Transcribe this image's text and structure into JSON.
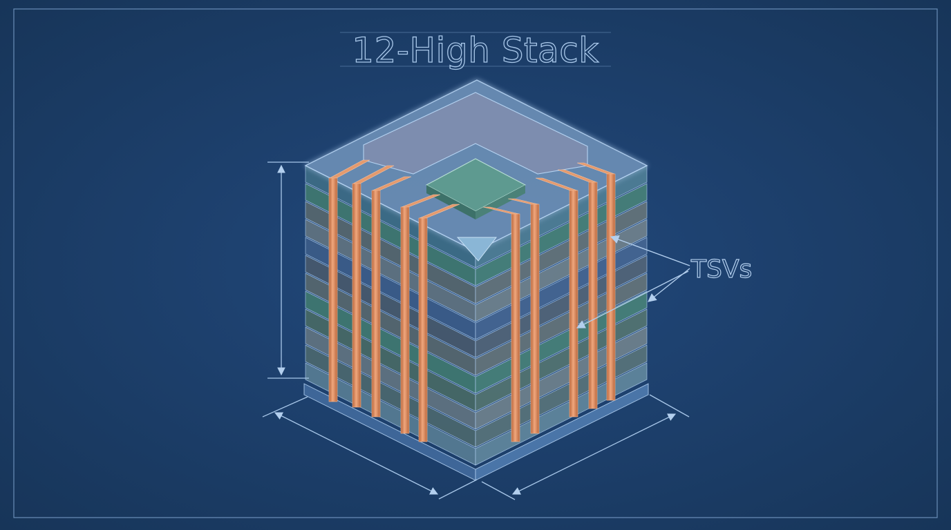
{
  "diagram": {
    "title": "12-High Stack",
    "callout_label": "TSVs",
    "layer_count": 12
  },
  "colors": {
    "background": "#1c3f6e",
    "blueprint_line": "#9cc0e8",
    "copper": "#d98a5e",
    "die_teal": "#4f8f86",
    "die_grey": "#6f7f86",
    "die_blue": "#4a6e9e"
  }
}
